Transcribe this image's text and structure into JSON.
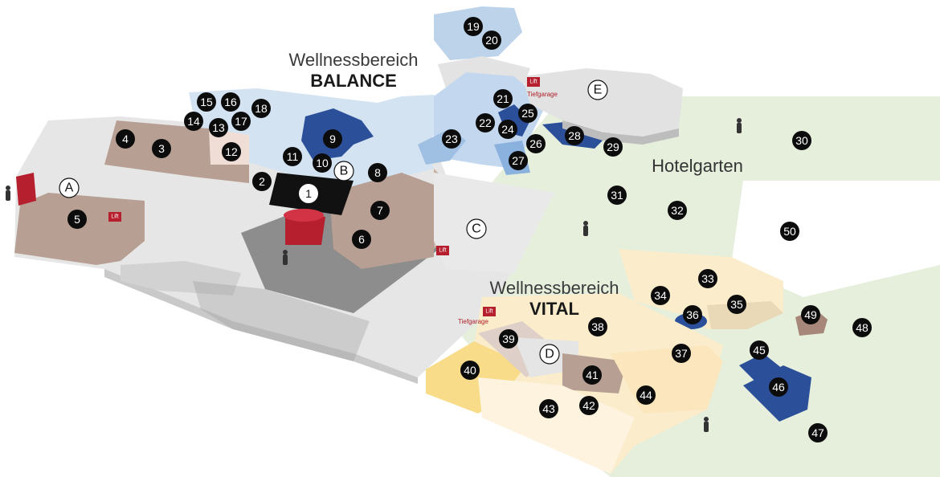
{
  "titles": {
    "balance_line1": "Wellnessbereich",
    "balance_line2": "BALANCE",
    "vital_line1": "Wellnessbereich",
    "vital_line2": "VITAL",
    "garden": "Hotelgarten"
  },
  "lift_label": "Lift",
  "tiefgarage_label": "Tiefgarage",
  "markers": [
    "1",
    "2",
    "3",
    "4",
    "5",
    "6",
    "7",
    "8",
    "9",
    "10",
    "11",
    "12",
    "13",
    "14",
    "15",
    "16",
    "17",
    "18",
    "19",
    "20",
    "21",
    "22",
    "23",
    "24",
    "25",
    "26",
    "27",
    "28",
    "29",
    "30",
    "31",
    "32",
    "33",
    "34",
    "35",
    "36",
    "37",
    "38",
    "39",
    "40",
    "41",
    "42",
    "43",
    "44",
    "45",
    "46",
    "47",
    "48",
    "49",
    "50"
  ],
  "letters": [
    "A",
    "B",
    "C",
    "D",
    "E"
  ],
  "colors": {
    "building_grey": "#e3e3e3",
    "building_shadow": "#bdbdbd",
    "wellness_blue": "#cfe0f0",
    "pool_dark_blue": "#2c4f9a",
    "garden_green": "#e4eedb",
    "vital_beige": "#fbeccb",
    "vital_yellow": "#f8dc8a",
    "taupe": "#b59c8f",
    "red": "#b51f2e",
    "marker_black": "#0c0c0c"
  }
}
